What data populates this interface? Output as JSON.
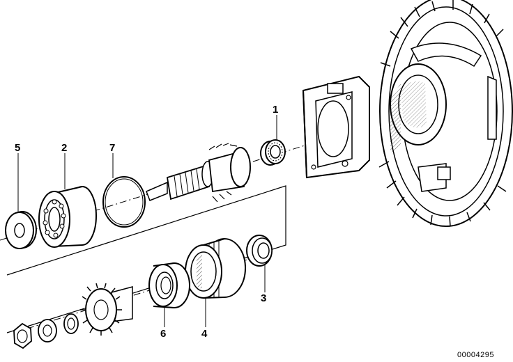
{
  "diagram": {
    "callouts": {
      "c1": "1",
      "c2": "2",
      "c3": "3",
      "c4": "4",
      "c5": "5",
      "c6": "6",
      "c7": "7"
    },
    "document_number": "00004295"
  }
}
